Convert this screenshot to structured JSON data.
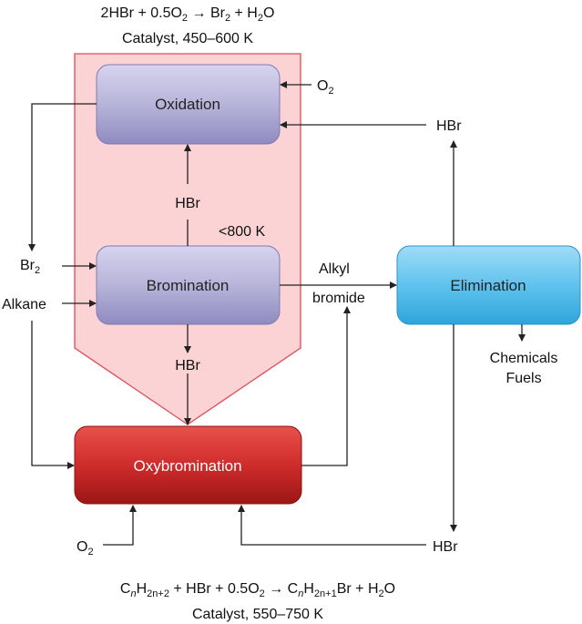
{
  "top_equation": {
    "pre": "2HBr + 0.5O",
    "sub1": "2",
    "mid": " → Br",
    "sub2": "2",
    "mid2": " + H",
    "sub3": "2",
    "post": "O"
  },
  "top_catalyst": "Catalyst, 450–600 K",
  "boxes": {
    "oxidation": "Oxidation",
    "bromination": "Bromination",
    "elimination": "Elimination",
    "oxybromination": "Oxybromination"
  },
  "labels": {
    "o2_top": "O",
    "o2_top_sub": "2",
    "hbr_right_top": "HBr",
    "hbr_mid_upper": "HBr",
    "temp": "<800 K",
    "br2": "Br",
    "br2_sub": "2",
    "alkane": "Alkane",
    "alkyl": "Alkyl",
    "bromide": "bromide",
    "hbr_mid_lower": "HBr",
    "chemicals": "Chemicals",
    "fuels": "Fuels",
    "o2_bottom": "O",
    "o2_bottom_sub": "2",
    "hbr_bottom": "HBr"
  },
  "bottom_equation": {
    "c": "C",
    "n1": "n",
    "h": "H",
    "sub_h": "2n+2",
    "mid": " + HBr + 0.5O",
    "sub_o": "2",
    "arrow": " → C",
    "n2": "n",
    "h2": "H",
    "sub_h2": "2n+1",
    "post": "Br + H",
    "sub_w": "2",
    "o": "O"
  },
  "bottom_catalyst": "Catalyst, 550–750 K",
  "colors": {
    "reactor_fill": "#fbd3d5",
    "reactor_stroke": "#e04a55",
    "purple_box": "#b3b0d6",
    "blue_box": "#5fc3ee",
    "red_box": "#cf2c2b"
  }
}
